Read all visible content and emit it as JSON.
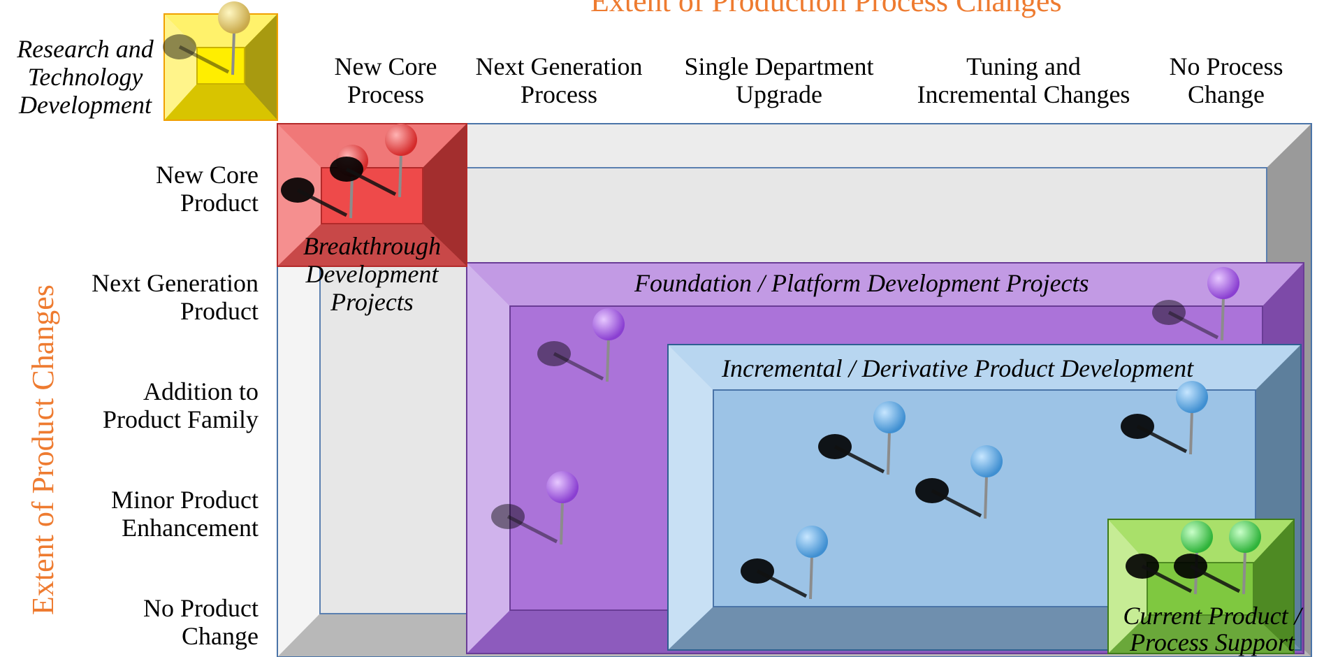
{
  "column_axis": {
    "title": "Extent of Production Process Changes",
    "columns": [
      {
        "line1": "New  Core",
        "line2": "Process"
      },
      {
        "line1": "Next Generation",
        "line2": "Process"
      },
      {
        "line1": "Single Department",
        "line2": "Upgrade"
      },
      {
        "line1": "Tuning and",
        "line2": "Incremental Changes"
      },
      {
        "line1": "No Process",
        "line2": "Change"
      }
    ]
  },
  "row_axis": {
    "title": "Extent of Product Changes",
    "rows": [
      {
        "line1": "New Core",
        "line2": "Product"
      },
      {
        "line1": "Next Generation",
        "line2": "Product"
      },
      {
        "line1": "Addition to",
        "line2": "Product Family"
      },
      {
        "line1": "Minor Product",
        "line2": "Enhancement"
      },
      {
        "line1": "No Product",
        "line2": "Change"
      }
    ]
  },
  "corner_label": {
    "line1": "Research and",
    "line2": "Technology",
    "line3": "Development"
  },
  "zones": {
    "breakthrough": {
      "line1": "Breakthrough",
      "line2": "Development",
      "line3": "Projects"
    },
    "platform": {
      "label": "Foundation / Platform Development Projects"
    },
    "derivative": {
      "label": "Incremental / Derivative Product Development"
    },
    "support": {
      "line1": "Current Product /",
      "line2": "Process Support"
    }
  },
  "colors": {
    "axis_title": "#ee7b30",
    "research": "#ffe400",
    "breakthrough": "#ee3b3b",
    "platform": "#a36dd6",
    "derivative": "#9cc3e6",
    "support": "#8fcf4b",
    "frame": "#dcdcdc"
  },
  "icons": [
    "pushpin-icon"
  ]
}
